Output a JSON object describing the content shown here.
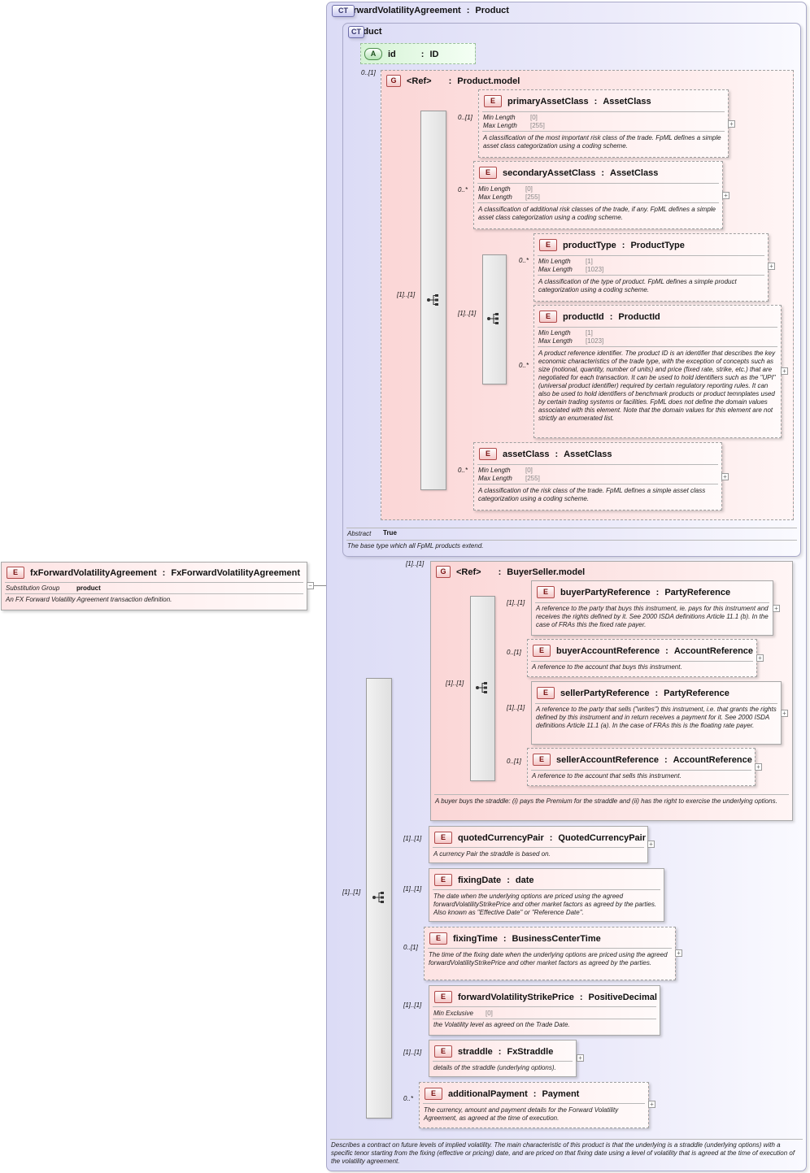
{
  "root": {
    "badge": "E",
    "name": "fxForwardVolatilityAgreement",
    "sep": ":",
    "type": "FxForwardVolatilityAgreement",
    "sg_label": "Substitution Group",
    "sg_value": "product",
    "doc": "An FX Forward Volatility Agreement transaction definition."
  },
  "outer": {
    "badge": "CT",
    "name": "FxForwardVolatilityAgreement",
    "sep": ":",
    "type": "Product",
    "doc": "Describes a contract on future levels of implied volatility. The main characteristic of this product is that the underlying is a straddle (underlying options) with a specific tenor starting from the fixing (effective or pricing) date, and are priced on that fixing date using a level of volatility that is agreed at the time of execution of the volatility agreement."
  },
  "product": {
    "badge": "CT",
    "name": "Product",
    "abstract_label": "Abstract",
    "abstract_value": "True",
    "doc": "The base type which all FpML products extend."
  },
  "attr_id": {
    "badge": "A",
    "name": "id",
    "sep": ":",
    "type": "ID"
  },
  "product_model": {
    "badge": "G",
    "name": "<Ref>",
    "sep": ":",
    "type": "Product.model",
    "card": "0..[1]",
    "seq_card": "[1]..[1]",
    "inner_seq_card": "[1]..[1]"
  },
  "min_length": "Min Length",
  "max_length": "Max Length",
  "min_exclusive": "Min Exclusive",
  "primaryAssetClass": {
    "badge": "E",
    "name": "primaryAssetClass",
    "sep": ":",
    "type": "AssetClass",
    "card": "0..[1]",
    "min": "[0]",
    "max": "[255]",
    "doc": "A classification of the most important risk class of the trade. FpML defines a simple asset class categorization using a coding scheme."
  },
  "secondaryAssetClass": {
    "badge": "E",
    "name": "secondaryAssetClass",
    "sep": ":",
    "type": "AssetClass",
    "card": "0..*",
    "min": "[0]",
    "max": "[255]",
    "doc": "A classification of additional risk classes of the trade, if any. FpML defines a simple asset class categorization using a coding scheme."
  },
  "productType": {
    "badge": "E",
    "name": "productType",
    "sep": ":",
    "type": "ProductType",
    "card": "0..*",
    "min": "[1]",
    "max": "[1023]",
    "doc": "A classification of the type of product. FpML defines a simple product categorization using a coding scheme."
  },
  "productId": {
    "badge": "E",
    "name": "productId",
    "sep": ":",
    "type": "ProductId",
    "card": "0..*",
    "min": "[1]",
    "max": "[1023]",
    "doc": "A product reference identifier. The product ID is an identifier that describes the key economic characteristics of the trade type, with the exception of concepts such as size (notional, quantity, number of units) and price (fixed rate, strike, etc.) that are negotiated for each transaction. It can be used to hold identifiers such as the \"UPI\" (universal product identifier) required by certain regulatory reporting rules. It can also be used to hold identifiers of benchmark products or product temnplates used by certain trading systems or facilities. FpML does not define the domain values associated with this element. Note that the domain values for this element are not strictly an enumerated list."
  },
  "assetClass": {
    "badge": "E",
    "name": "assetClass",
    "sep": ":",
    "type": "AssetClass",
    "card": "0..*",
    "min": "[0]",
    "max": "[255]",
    "doc": "A classification of the risk class of the trade. FpML defines a simple asset class categorization using a coding scheme."
  },
  "buyer_seller": {
    "badge": "G",
    "name": "<Ref>",
    "sep": ":",
    "type": "BuyerSeller.model",
    "card": "[1]..[1]",
    "seq_card": "[1]..[1]",
    "doc": "A buyer buys the straddle: (i) pays the Premium for the straddle and (ii) has the right to exercise the underlying options."
  },
  "buyerPartyReference": {
    "badge": "E",
    "name": "buyerPartyReference",
    "sep": ":",
    "type": "PartyReference",
    "card": "[1]..[1]",
    "doc": "A reference to the party that buys this instrument, ie. pays for this instrument and receives the rights defined by it. See 2000 ISDA definitions Article 11.1 (b). In the case of FRAs this the fixed rate payer."
  },
  "buyerAccountReference": {
    "badge": "E",
    "name": "buyerAccountReference",
    "sep": ":",
    "type": "AccountReference",
    "card": "0..[1]",
    "doc": "A reference to the account that buys this instrument."
  },
  "sellerPartyReference": {
    "badge": "E",
    "name": "sellerPartyReference",
    "sep": ":",
    "type": "PartyReference",
    "card": "[1]..[1]",
    "doc": "A reference to the party that sells (\"writes\") this instrument, i.e. that grants the rights defined by this instrument and in return receives a payment for it. See 2000 ISDA definitions Article 11.1 (a). In the case of FRAs this is the floating rate payer."
  },
  "sellerAccountReference": {
    "badge": "E",
    "name": "sellerAccountReference",
    "sep": ":",
    "type": "AccountReference",
    "card": "0..[1]",
    "doc": "A reference to the account that sells this instrument."
  },
  "main_seq_card": "[1]..[1]",
  "quotedCurrencyPair": {
    "badge": "E",
    "name": "quotedCurrencyPair",
    "sep": ":",
    "type": "QuotedCurrencyPair",
    "card": "[1]..[1]",
    "doc": "A currency Pair the straddle is based on."
  },
  "fixingDate": {
    "badge": "E",
    "name": "fixingDate",
    "sep": ":",
    "type": "date",
    "card": "[1]..[1]",
    "doc": "The date when the underlying options are priced using the agreed forwardVolatilityStrikePrice and other market factors as agreed by the parties. Also known as \"Effective Date\" or \"Reference Date\"."
  },
  "fixingTime": {
    "badge": "E",
    "name": "fixingTime",
    "sep": ":",
    "type": "BusinessCenterTime",
    "card": "0..[1]",
    "doc": "The time of the fixing date when the underlying options are priced using the agreed forwardVolatilityStrikePrice and other market factors as agreed by the parties."
  },
  "forwardVolatilityStrikePrice": {
    "badge": "E",
    "name": "forwardVolatilityStrikePrice",
    "sep": ":",
    "type": "PositiveDecimal",
    "card": "[1]..[1]",
    "min": "[0]",
    "doc": "the Volatility level as agreed on the Trade Date."
  },
  "straddle": {
    "badge": "E",
    "name": "straddle",
    "sep": ":",
    "type": "FxStraddle",
    "card": "[1]..[1]",
    "doc": "details of the straddle (underlying options)."
  },
  "additionalPayment": {
    "badge": "E",
    "name": "additionalPayment",
    "sep": ":",
    "type": "Payment",
    "card": "0..*",
    "doc": "The currency, amount and payment details for the Forward Volatility Agreement, as agreed at the time of execution."
  }
}
